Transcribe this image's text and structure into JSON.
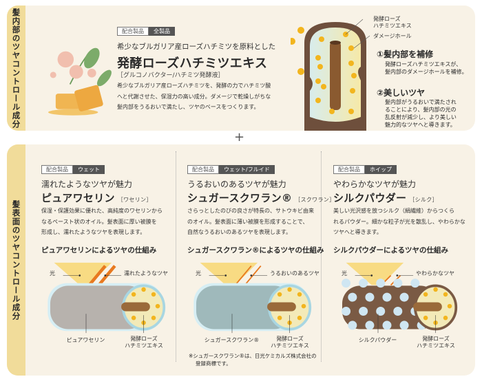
{
  "top": {
    "side_label": "髪内部のツヤコントロール成分",
    "tag_label": "配合製品",
    "tag_value": "全製品",
    "subtitle": "希少なブルガリア産ローズハチミツを原料とした",
    "title": "発酵ローズハチミツエキス",
    "inci": "［グルコノバクター/ハチミツ発酵液］",
    "body": [
      "希少なブルガリア産ローズハチミツを、発酵の力でハチミツ酸",
      "へと代謝させた、保湿力の高い成分。ダメージで乾燥しがちな",
      "髪内部をうるおいで満たし、ツヤのベースをつくります。"
    ],
    "diagram_label_1": [
      "発酵ローズ",
      "ハチミツエキス"
    ],
    "diagram_label_2": "ダメージホール",
    "point1_title": "①髪内部を補修",
    "point1_body": [
      "発酵ローズハチミツエキスが、",
      "髪内部のダメージホールを補修。"
    ],
    "point2_title": "②美しいツヤ",
    "point2_body": [
      "髪内部がうるおいで満たされ",
      "ることにより、髪内部の光の",
      "乱反射が減少し、より美しい",
      "魅力的なツヤへと導きます。"
    ]
  },
  "plus": "+",
  "bottom": {
    "side_label": "髪表面のツヤコントロール成分",
    "columns": [
      {
        "tag_label": "配合製品",
        "tag_value": "ウェット",
        "subtitle": "濡れたようなツヤが魅力",
        "title": "ピュアワセリン",
        "inci": "［ワセリン］",
        "body": [
          "保湿・保護効果に優れた、高純度のワセリンから",
          "なるペースト状のオイル。髪表面に厚い被膜を",
          "形成し、濡れたようなツヤを表現します。"
        ],
        "mech_title": "ピュアワセリンによるツヤの仕組み",
        "light": "光",
        "shine": "濡れたようなツヤ",
        "coat": "ピュアワセリン",
        "core": [
          "発酵ローズ",
          "ハチミツエキス"
        ],
        "coat_color": "#b7b2ad"
      },
      {
        "tag_label": "配合製品",
        "tag_value": "ウェット/フルイド",
        "subtitle": "うるおいのあるツヤが魅力",
        "title": "シュガースクワラン®",
        "inci": "［スクワラン］",
        "body": [
          "さらっとしたのびの良さが特長の、サトウキビ由来",
          "のオイル。髪表面に薄い被膜を形成することで、",
          "自然なうるおいのあるツヤを表現します。"
        ],
        "mech_title": "シュガースクワラン®によるツヤの仕組み",
        "light": "光",
        "shine": "うるおいのあるツヤ",
        "coat": "シュガースクワラン®",
        "core": [
          "発酵ローズ",
          "ハチミツエキス"
        ],
        "coat_color": "#9fb9bb",
        "footnote": [
          "※シュガースクワラン®は、日光ケミカルズ株式会社の",
          "登録商標です。"
        ]
      },
      {
        "tag_label": "配合製品",
        "tag_value": "ホイップ",
        "subtitle": "やわらかなツヤが魅力",
        "title": "シルクパウダー",
        "inci": "［シルク］",
        "body": [
          "美しい光沢感を放つシルク（絹繊維）からつくら",
          "れるパウダー。細かな粒子が光を散乱し、やわらかな",
          "ツヤへと導きます。"
        ],
        "mech_title": "シルクパウダーによるツヤの仕組み",
        "light": "光",
        "shine": "やわらかなツヤ",
        "coat": "シルクパウダー",
        "core": [
          "発酵ローズ",
          "ハチミツエキス"
        ],
        "coat_color": "#7a5a44"
      }
    ]
  },
  "colors": {
    "band": "#f1dc9a",
    "panel": "#f8f2e6",
    "honey": "#f2b51e",
    "hair": "#7a5a44",
    "tag_dark": "#555555"
  }
}
